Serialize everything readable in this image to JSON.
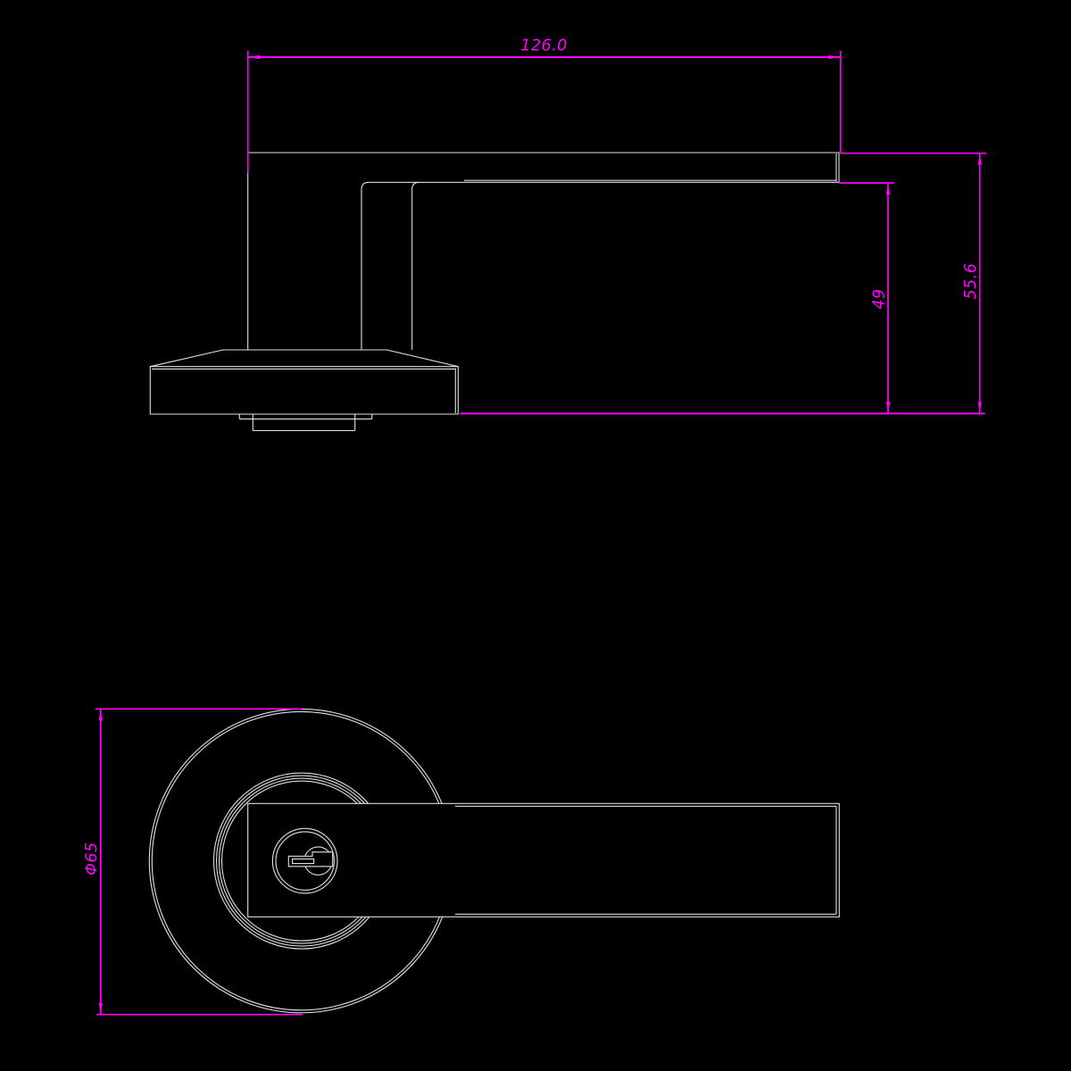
{
  "colors": {
    "background": "#000000",
    "outline": "#e0e0e0",
    "dimension": "#ff00ff"
  },
  "dimensions": {
    "lever_length": "126.0",
    "lever_drop": "49",
    "overall_projection": "55.6",
    "rose_diameter": "Φ65"
  }
}
